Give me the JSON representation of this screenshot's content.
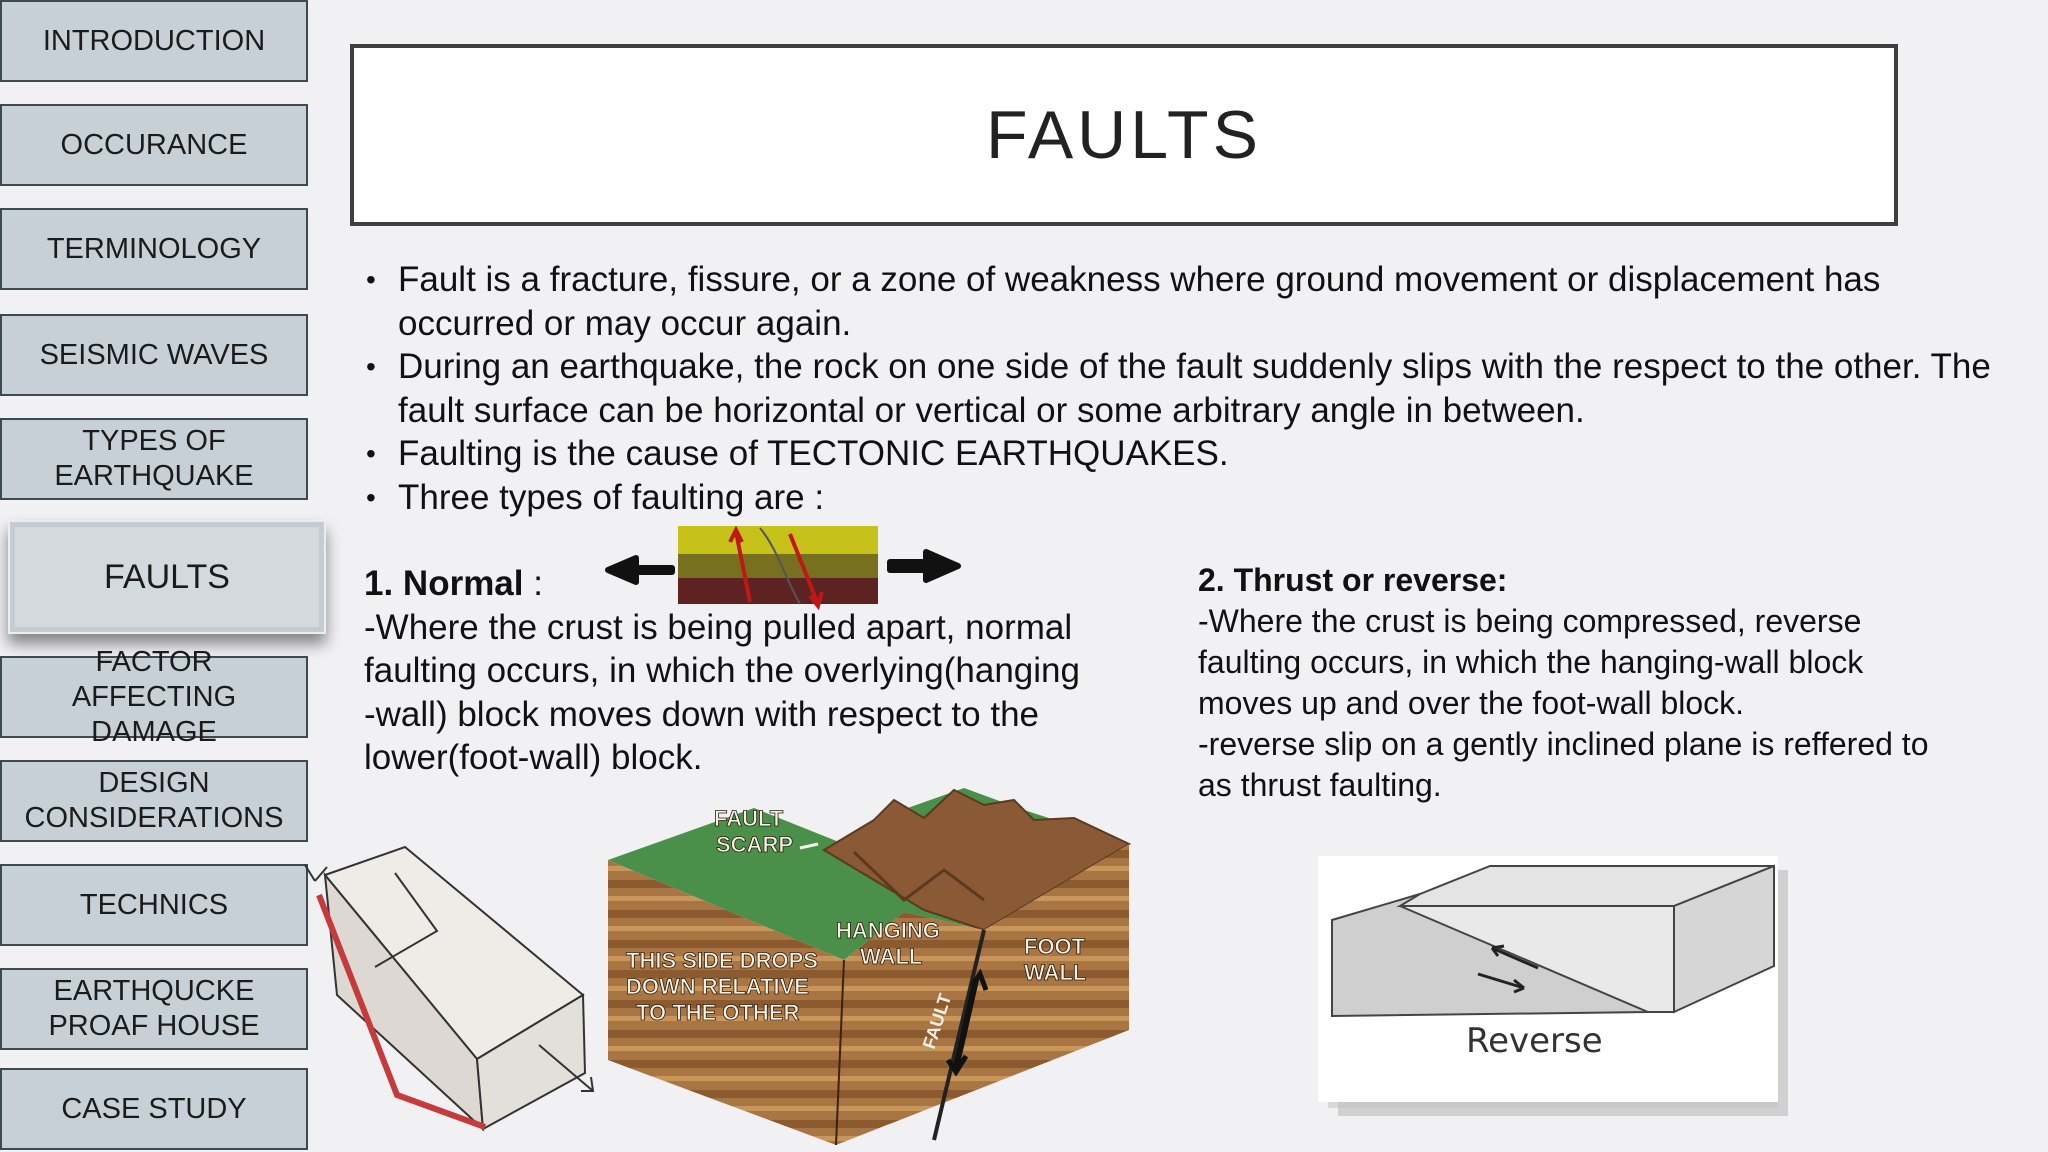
{
  "nav": {
    "items": [
      {
        "label": "INTRODUCTION"
      },
      {
        "label": "OCCURANCE"
      },
      {
        "label": "TERMINOLOGY"
      },
      {
        "label": "SEISMIC WAVES"
      },
      {
        "label": "TYPES OF\nEARTHQUAKE"
      },
      {
        "label": "FAULTS",
        "active": true
      },
      {
        "label": "FACTOR\nAFFECTING\nDAMAGE"
      },
      {
        "label": "DESIGN\nCONSIDERATIONS"
      },
      {
        "label": "TECHNICS"
      },
      {
        "label": "EARTHQUCKE\nPROAF HOUSE"
      },
      {
        "label": "CASE STUDY"
      }
    ],
    "colors": {
      "button_bg": "#c7d0d6",
      "button_border": "#3e4a52"
    }
  },
  "slide": {
    "title": "FAULTS",
    "bullets": [
      "Fault is a fracture, fissure, or a zone of weakness where ground movement or displacement has occurred or may occur again.",
      " During an earthquake, the rock on one side of the fault suddenly slips with the respect to the other. The fault surface can be horizontal or vertical or some arbitrary angle in between.",
      "Faulting is the cause of TECTONIC EARTHQUAKES.",
      "Three types of faulting are :"
    ],
    "normal": {
      "heading": "1.  Normal",
      "heading_suffix": " :",
      "text": "-Where the crust is being pulled apart, normal\nfaulting occurs, in which the overlying(hanging\n-wall) block moves down with respect to the\n lower(foot-wall) block."
    },
    "thrust": {
      "heading": "2. Thrust or reverse:",
      "text": "-Where the crust is being compressed, reverse\nfaulting occurs, in which the hanging-wall block\nmoves up and over the foot-wall block.\n-reverse slip on a gently inclined plane is reffered to\nas thrust faulting."
    },
    "diagram_labels": {
      "fault_scarp": [
        "FAULT",
        "SCARP"
      ],
      "hanging_wall": [
        "HANGING",
        "WALL"
      ],
      "foot_wall": [
        "FOOT",
        "WALL"
      ],
      "drop_note": [
        "THIS SIDE DROPS",
        "DOWN RELATIVE",
        "TO THE OTHER"
      ],
      "fault": "FAULT",
      "reverse": "Reverse"
    }
  }
}
